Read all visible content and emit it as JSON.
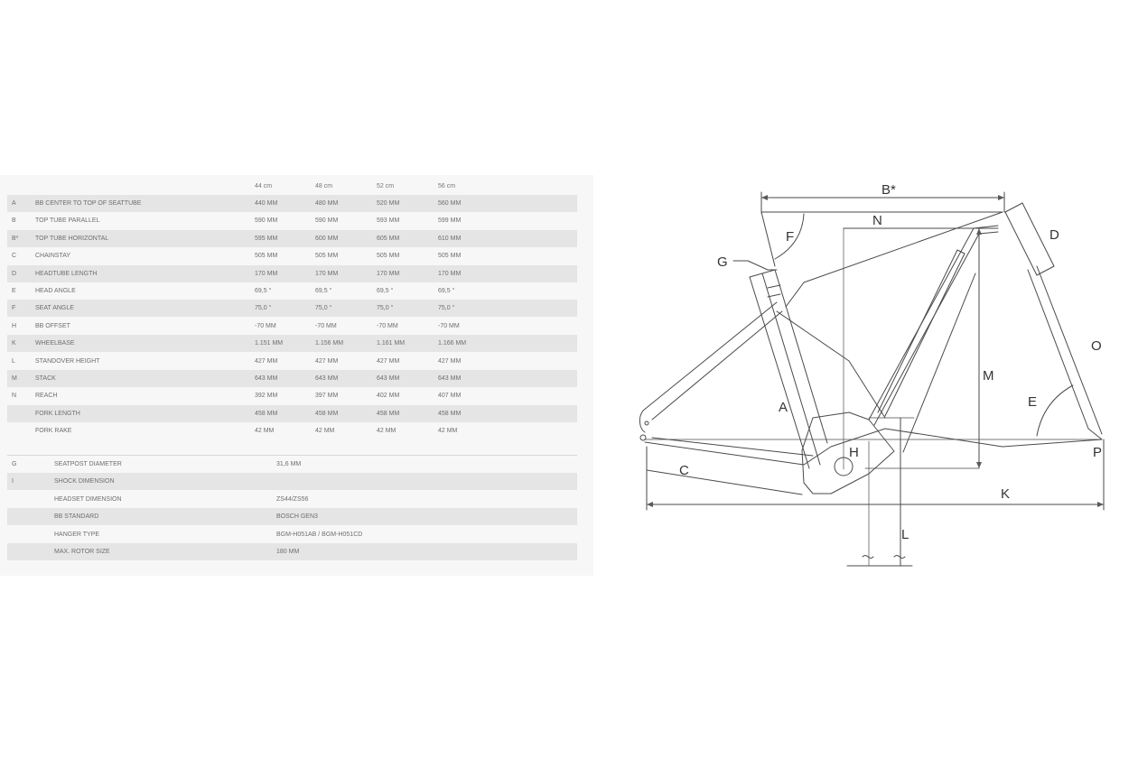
{
  "geometry_table": {
    "columns": [
      "44 cm",
      "48 cm",
      "52 cm",
      "56 cm"
    ],
    "rows": [
      {
        "code": "A",
        "label": "BB CENTER TO TOP OF SEATTUBE",
        "values": [
          "440 MM",
          "480 MM",
          "520 MM",
          "560 MM"
        ]
      },
      {
        "code": "B",
        "label": "TOP TUBE PARALLEL",
        "values": [
          "590 MM",
          "590 MM",
          "593 MM",
          "599 MM"
        ]
      },
      {
        "code": "B*",
        "label": "TOP TUBE HORIZONTAL",
        "values": [
          "595 MM",
          "600 MM",
          "605 MM",
          "610 MM"
        ]
      },
      {
        "code": "C",
        "label": "CHAINSTAY",
        "values": [
          "505 MM",
          "505 MM",
          "505 MM",
          "505 MM"
        ]
      },
      {
        "code": "D",
        "label": "HEADTUBE LENGTH",
        "values": [
          "170 MM",
          "170 MM",
          "170 MM",
          "170 MM"
        ]
      },
      {
        "code": "E",
        "label": "HEAD ANGLE",
        "values": [
          "69,5 °",
          "69,5 °",
          "69,5 °",
          "69,5 °"
        ]
      },
      {
        "code": "F",
        "label": "SEAT ANGLE",
        "values": [
          "75,0 °",
          "75,0 °",
          "75,0 °",
          "75,0 °"
        ]
      },
      {
        "code": "H",
        "label": "BB OFFSET",
        "values": [
          "-70 MM",
          "-70 MM",
          "-70 MM",
          "-70 MM"
        ]
      },
      {
        "code": "K",
        "label": "WHEELBASE",
        "values": [
          "1.151 MM",
          "1.156 MM",
          "1.161 MM",
          "1.166 MM"
        ]
      },
      {
        "code": "L",
        "label": "STANDOVER HEIGHT",
        "values": [
          "427 MM",
          "427 MM",
          "427 MM",
          "427 MM"
        ]
      },
      {
        "code": "M",
        "label": "STACK",
        "values": [
          "643 MM",
          "643 MM",
          "643 MM",
          "643 MM"
        ]
      },
      {
        "code": "N",
        "label": "REACH",
        "values": [
          "392 MM",
          "397 MM",
          "402 MM",
          "407 MM"
        ]
      },
      {
        "code": "",
        "label": "FORK LENGTH",
        "values": [
          "458 MM",
          "458 MM",
          "458 MM",
          "458 MM"
        ]
      },
      {
        "code": "",
        "label": "FORK RAKE",
        "values": [
          "42 MM",
          "42 MM",
          "42 MM",
          "42 MM"
        ]
      }
    ]
  },
  "spec_table": {
    "rows": [
      {
        "code": "G",
        "label": "SEATPOST DIAMETER",
        "value": "31,6 MM"
      },
      {
        "code": "I",
        "label": "SHOCK DIMENSION",
        "value": ""
      },
      {
        "code": "",
        "label": "HEADSET DIMENSION",
        "value": "ZS44/ZS56"
      },
      {
        "code": "",
        "label": "BB STANDARD",
        "value": "BOSCH GEN3"
      },
      {
        "code": "",
        "label": "HANGER TYPE",
        "value": "BGM-H051AB / BGM-H051CD"
      },
      {
        "code": "",
        "label": "MAX. ROTOR SIZE",
        "value": "180 MM"
      }
    ]
  },
  "diagram": {
    "labels": {
      "B_star": "B*",
      "N": "N",
      "F": "F",
      "G": "G",
      "D": "D",
      "O": "O",
      "M": "M",
      "A": "A",
      "E": "E",
      "H": "H",
      "P": "P",
      "C": "C",
      "K": "K",
      "L": "L"
    },
    "line_color": "#4a4a4a"
  }
}
